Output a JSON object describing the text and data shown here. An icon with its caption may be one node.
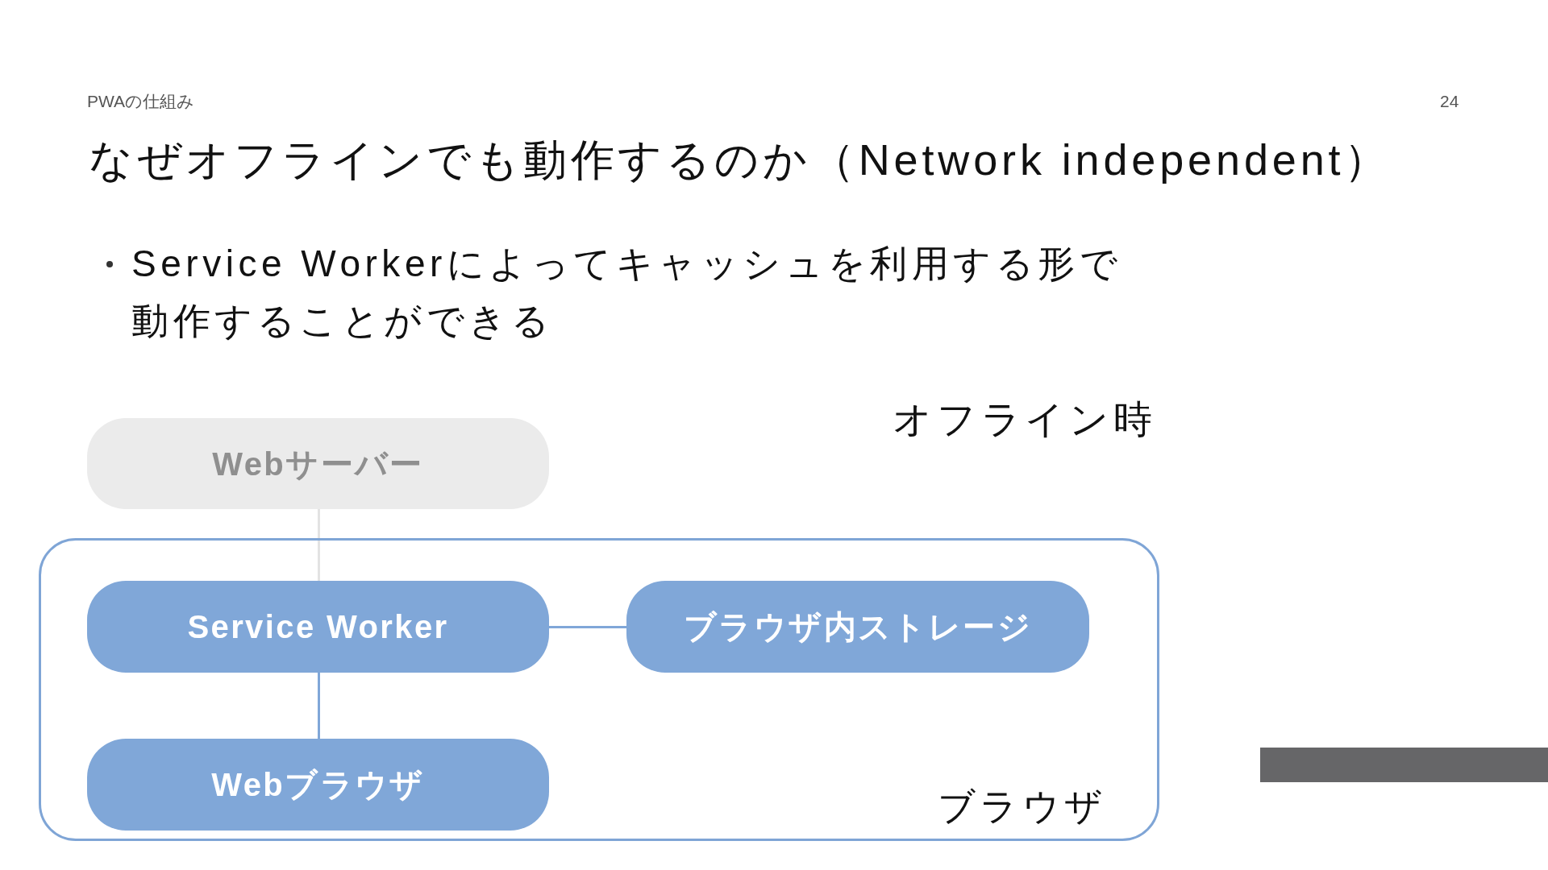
{
  "diagram": {
    "title": "なぜオフラインでも動作するのか（Network independent）",
    "nodes": [
      {
        "text": [
          "Webサーバー"
        ]
      },
      {
        "text": [
          "ブラウザ"
        ]
      },
      {
        "text": [
          "Service Worker"
        ],
        "in": 1
      },
      {
        "text": [
          "ブラウザ内ストレージ"
        ],
        "in": 1
      },
      {
        "text": [
          "Webブラウザ"
        ],
        "in": 1
      }
    ],
    "edges": [
      {
        "from": 0,
        "to": 2,
        "arrow": "none",
        "color": "#e3e3e3"
      },
      {
        "from": 2,
        "to": 3,
        "arrow": "none"
      },
      {
        "from": 2,
        "to": 4,
        "arrow": "none"
      }
    ],
    "labels": [
      "PWAの仕組み",
      "24",
      "Service Workerによってキャッシュを利用する形で動作することができる",
      "オフライン時"
    ]
  }
}
